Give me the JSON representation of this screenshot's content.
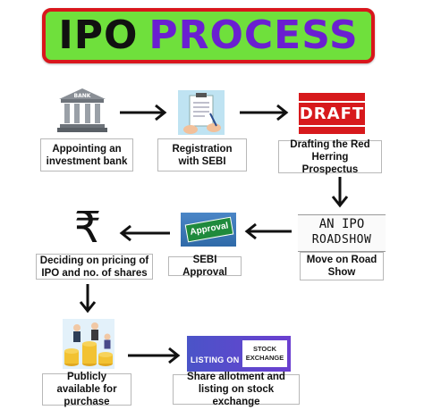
{
  "title": {
    "word1": "IPO",
    "word2": "PROCESS"
  },
  "colors": {
    "title_bg": "#6fe03c",
    "title_border": "#d9161c",
    "title_word1": "#111111",
    "title_word2": "#6a1fd1",
    "arrow": "#111111",
    "draft_bg": "#d7191c"
  },
  "steps": [
    {
      "label": "Appointing an investment bank",
      "icon": "bank-building-icon",
      "icon_text": "BANK"
    },
    {
      "label": "Registration with SEBI",
      "icon": "document-signing-icon"
    },
    {
      "label": "Drafting the Red Herring Prospectus",
      "icon": "draft-stamp-icon",
      "icon_text": "DRAFT"
    },
    {
      "label": "Move on Road Show",
      "icon": "roadshow-sign-icon",
      "icon_text_line1": "AN IPO",
      "icon_text_line2": "ROADSHOW"
    },
    {
      "label": "SEBI Approval",
      "icon": "approval-sign-icon",
      "icon_text": "Approval"
    },
    {
      "label": "Deciding on pricing of IPO and no. of shares",
      "icon": "rupee-icon",
      "icon_text": "₹"
    },
    {
      "label": "Publicly available for purchase",
      "icon": "investors-coins-icon"
    },
    {
      "label": "Share allotment and listing on stock exchange",
      "icon": "stock-exchange-banner-icon",
      "icon_text_listing": "LISTING ON",
      "icon_text_line1": "STOCK",
      "icon_text_line2": "EXCHANGE"
    }
  ]
}
